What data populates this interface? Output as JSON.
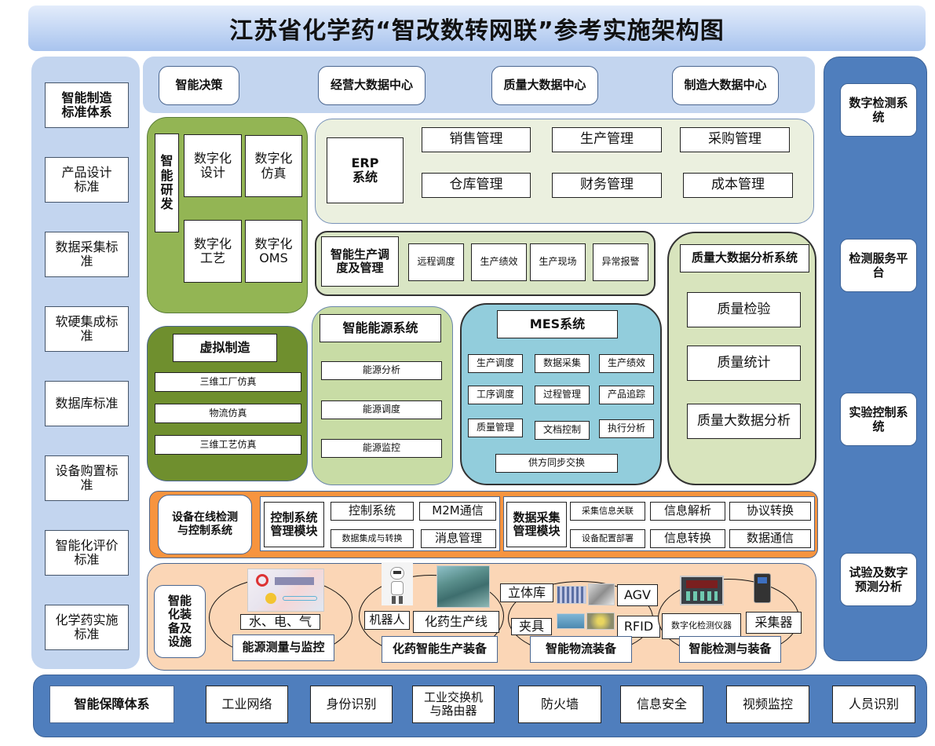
{
  "title": "江苏省化学药“智改数转网联”参考实施架构图",
  "left_standards": [
    "智能制造\n标准体系",
    "产品设计\n标准",
    "数据采集标\n准",
    "软硬集成标\n准",
    "数据库标准",
    "设备购置标\n准",
    "智能化评价\n标准",
    "化学药实施\n标准"
  ],
  "top_band": [
    "智能决策",
    "经营大数据中心",
    "质量大数据中心",
    "制造大数据中心"
  ],
  "right_column": [
    "数字检测系\n统",
    "检测服务平\n台",
    "实验控制系\n统",
    "试验及数字\n预测分析"
  ],
  "rd": {
    "label": "智\n能\n研\n发",
    "items": [
      "数字化\n设计",
      "数字化\n仿真",
      "数字化\n工艺",
      "数字化\nOMS"
    ]
  },
  "erp": {
    "label": "ERP\n系统",
    "items": [
      "销售管理",
      "生产管理",
      "采购管理",
      "仓库管理",
      "财务管理",
      "成本管理"
    ]
  },
  "scheduling": {
    "label": "智能生产调\n度及管理",
    "items": [
      "远程调度",
      "生产绩效",
      "生产现场",
      "异常报警"
    ]
  },
  "quality": {
    "label": "质量大数据分析系统",
    "items": [
      "质量检验",
      "质量统计",
      "质量大数据分析"
    ]
  },
  "virtual_manufacturing": {
    "label": "虚拟制造",
    "items": [
      "三维工厂仿真",
      "物流仿真",
      "三维工艺仿真"
    ]
  },
  "energy": {
    "label": "智能能源系统",
    "items": [
      "能源分析",
      "能源调度",
      "能源监控"
    ]
  },
  "mes": {
    "label": "MES系统",
    "items": [
      "生产调度",
      "数据采集",
      "生产绩效",
      "工序调度",
      "过程管理",
      "产品追踪",
      "质量管理",
      "文档控制",
      "执行分析"
    ],
    "footer": "供方同步交换"
  },
  "device": {
    "label": "设备在线检测\n与控制系统",
    "control_label": "控制系统\n管理模块",
    "control_items": [
      "控制系统",
      "M2M通信",
      "数据集成与转换",
      "消息管理"
    ],
    "data_label": "数据采集\n管理模块",
    "data_items": [
      "采集信息关联",
      "信息解析",
      "协议转换",
      "设备配置部署",
      "信息转换",
      "数据通信"
    ]
  },
  "equipment": {
    "label": "智能\n化装\n备及\n设施",
    "energy_tag": "水、电、气",
    "energy_title": "能源测量与监控",
    "robot_tag": "机器人",
    "line_tag": "化药生产线",
    "production_title": "化药智能生产装备",
    "logistics_tags": [
      "立体库",
      "AGV",
      "夹具",
      "RFID"
    ],
    "logistics_title": "智能物流装备",
    "inspection_tags": [
      "数字化检测仪器",
      "采集器"
    ],
    "inspection_title": "智能检测与装备"
  },
  "bottom": {
    "label": "智能保障体系",
    "items": [
      "工业网络",
      "身份识别",
      "工业交换机\n与路由器",
      "防火墙",
      "信息安全",
      "视频监控",
      "人员识别"
    ]
  }
}
